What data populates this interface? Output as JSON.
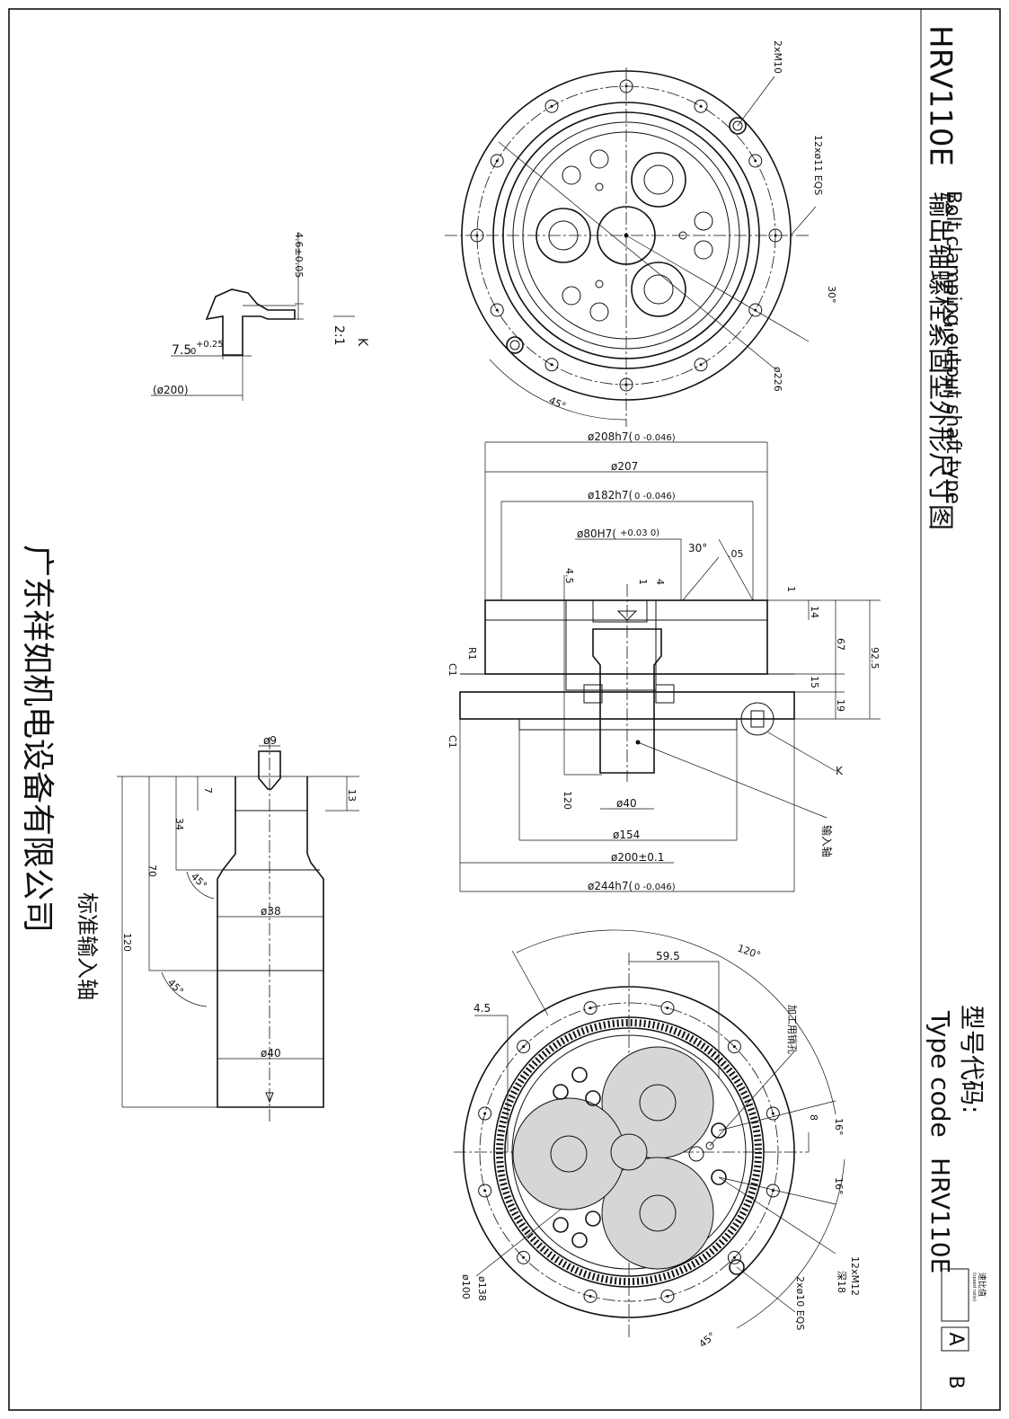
{
  "title_block": {
    "model": "HRV110E",
    "title_cn": "输出轴螺栓紧固型外形尺寸图",
    "title_en": "Bolt clamping output shaft type",
    "type_code_cn": "型号代码:",
    "type_code_en": "Type code",
    "type_code_model": "HRV110E",
    "ratio_label_cn": "速比值",
    "ratio_label_en": "(speed ratio)",
    "variant_a": "A",
    "variant_b": "B"
  },
  "company": "广东祥如机电设备有限公司",
  "input_shaft_label": "标准输入轴",
  "top_view": {
    "bolt_note": "2xM10",
    "hole_note": "12xø11 EQS",
    "pcd": "ø226",
    "angle_30": "30°",
    "angle_45": "45°"
  },
  "detail_k": {
    "letter": "K",
    "scale": "2:1",
    "d1": "4.6±0.05",
    "d2": "7.5",
    "d2_tol": "+0.25",
    "d2_tol_low": "0",
    "d3": "(ø200)"
  },
  "section_view": {
    "d208": "ø208h7(",
    "d208_tol": "0 -0.046)",
    "d207": "ø207",
    "d182": "ø182h7(",
    "d182_tol": "0 -0.046)",
    "d80": "ø80H7(",
    "d80_tol": "+0.03 0)",
    "angle_30": "30°",
    "angle_pos": ".05",
    "dim_4_5": "4.5",
    "dim_1": "1",
    "dim_4": "4",
    "dim_1b": "1",
    "dim_14": "14",
    "dim_67": "67",
    "dim_92_5": "92.5",
    "dim_15": "15",
    "dim_19": "19",
    "r1": "R1",
    "c1a": "C1",
    "c1b": "C1",
    "k": "K",
    "dim_120": "120",
    "d40": "ø40",
    "d154": "ø154",
    "d200": "ø200±0.1",
    "d244": "ø244h7(",
    "d244_tol": "0 -0.046)",
    "input_shaft": "输入轴"
  },
  "shaft_view": {
    "d9": "ø9",
    "dim_7": "7",
    "dim_13": "13",
    "dim_34": "34",
    "dim_70": "70",
    "dim_120": "120",
    "angle_a": "45°",
    "angle_b": "45°",
    "d38": "ø38",
    "d40": "ø40"
  },
  "bottom_view": {
    "dim_59_5": "59.5",
    "angle_120": "120°",
    "dim_4_5": "4.5",
    "pin_hole": "加工用销孔",
    "dim_8": "8",
    "angle_16a": "16°",
    "angle_16b": "16°",
    "thread": "12xM12",
    "depth": "深18",
    "dowel": "2xø10 EQS",
    "d100": "ø100",
    "d138": "ø138",
    "angle_45": "45°"
  }
}
